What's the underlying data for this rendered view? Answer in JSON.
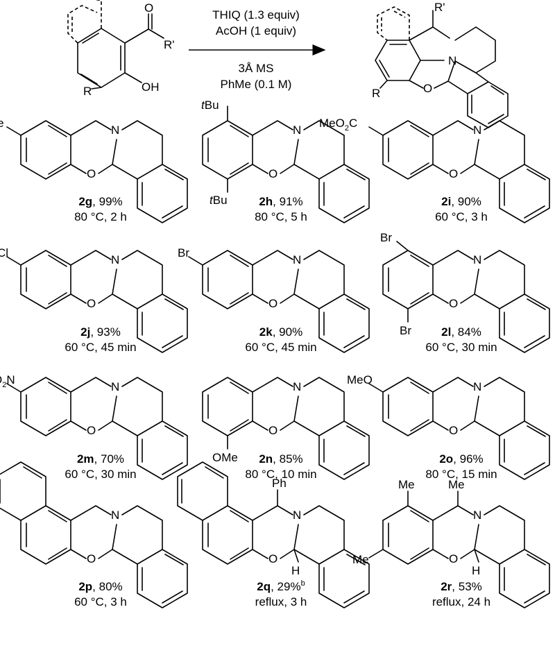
{
  "scheme": {
    "atoms": {
      "n": "N",
      "o": "O",
      "oh": "OH",
      "h": "H",
      "c": "C"
    },
    "reactant_labels": {
      "acyl_o": "O",
      "r_prime": "R'",
      "r": "R"
    },
    "product_labels": {
      "r_prime": "R'",
      "r": "R"
    },
    "conditions": [
      "THIQ (1.3 equiv)",
      "AcOH (1 equiv)",
      "3Å MS",
      "PhMe (0.1 M)"
    ]
  },
  "substituents": {
    "me": "Me",
    "tbu_prefix": "t",
    "bu": "Bu",
    "meo2c_a": "MeO",
    "meo2c_2": "2",
    "meo2c_b": "C",
    "cl": "Cl",
    "br": "Br",
    "o2n_a": "O",
    "o2n_2": "2",
    "o2n_b": "N",
    "ome": "OMe",
    "meo": "MeO",
    "ph": "Ph"
  },
  "compounds": [
    {
      "id": "2g",
      "yield": ", 99%",
      "note": "",
      "conditions": "80 °C, 2 h"
    },
    {
      "id": "2h",
      "yield": ", 91%",
      "note": "",
      "conditions": "80 °C, 5 h"
    },
    {
      "id": "2i",
      "yield": ", 90%",
      "note": "",
      "conditions": "60 °C, 3 h"
    },
    {
      "id": "2j",
      "yield": ", 93%",
      "note": "",
      "conditions": "60 °C, 45 min"
    },
    {
      "id": "2k",
      "yield": ", 90%",
      "note": "",
      "conditions": "60 °C, 45 min"
    },
    {
      "id": "2l",
      "yield": ", 84%",
      "note": "",
      "conditions": "60 °C, 30 min"
    },
    {
      "id": "2m",
      "yield": ", 70%",
      "note": "",
      "conditions": "60 °C, 30 min"
    },
    {
      "id": "2n",
      "yield": ", 85%",
      "note": "",
      "conditions": "80 °C, 10 min"
    },
    {
      "id": "2o",
      "yield": ", 96%",
      "note": "",
      "conditions": "80 °C, 15 min"
    },
    {
      "id": "2p",
      "yield": ", 80%",
      "note": "",
      "conditions": "60 °C, 3 h"
    },
    {
      "id": "2q",
      "yield": ", 29%",
      "note": "b",
      "conditions": "reflux, 3 h"
    },
    {
      "id": "2r",
      "yield": ", 53%",
      "note": "",
      "conditions": "reflux, 24 h"
    }
  ]
}
